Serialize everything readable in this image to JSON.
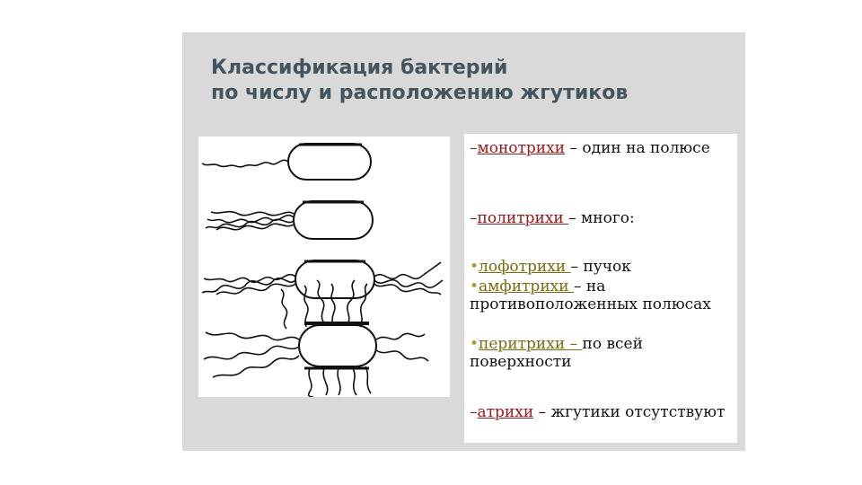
{
  "slide": {
    "title_line1": "Классификация бактерий",
    "title_line2": "по числу и расположению жгутиков"
  },
  "figure": {
    "icon": "bacteria-flagella-drawing",
    "rows": [
      "monotrichous",
      "polytrichous",
      "amphitrichous",
      "peritrichous"
    ]
  },
  "items": [
    {
      "marker": "–",
      "term": "монотрихи",
      "desc": " – один на полюсе"
    },
    {
      "marker": "–",
      "term": "политрихи ",
      "desc": "– много:"
    },
    {
      "marker": "•",
      "term": "лофотрихи ",
      "desc": "– пучок"
    },
    {
      "marker": "•",
      "term": "амфитрихи ",
      "desc": "– на противоположенных полюсах"
    },
    {
      "marker": "•",
      "term": "перитрихи – ",
      "desc": "по всей поверхности"
    },
    {
      "marker": "–",
      "term": "атрихи",
      "desc": " – жгутики отсутствуют"
    }
  ],
  "colors": {
    "slide_bg": "#d9d9d9",
    "title": "#44545f",
    "term_red": "#a01818",
    "term_olive": "#7a6a10"
  }
}
